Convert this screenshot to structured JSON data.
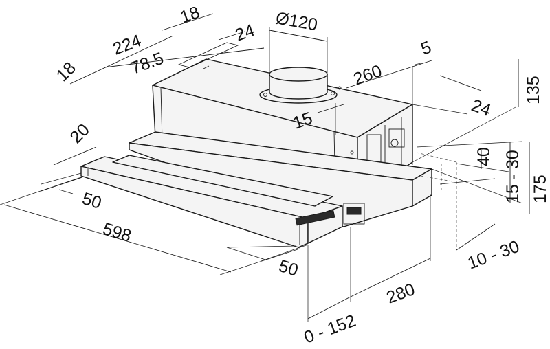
{
  "dimensions": {
    "width_overall": "598",
    "depth_top_inner": "224",
    "offset_top_left": "18",
    "offset_top_right": "18",
    "offset_78": "78.5",
    "offset_24_top": "24",
    "outlet_diameter": "Ø120",
    "depth_260": "260",
    "offset_5": "5",
    "offset_15": "15",
    "height_135": "135",
    "offset_24_right": "24",
    "height_40": "40",
    "range_15_30_a": "15 - 30",
    "height_175": "175",
    "front_20": "20",
    "front_50_left": "50",
    "front_50_right": "50",
    "range_10_30": "10 - 30",
    "depth_280": "280",
    "range_0_152": "0 - 152"
  }
}
